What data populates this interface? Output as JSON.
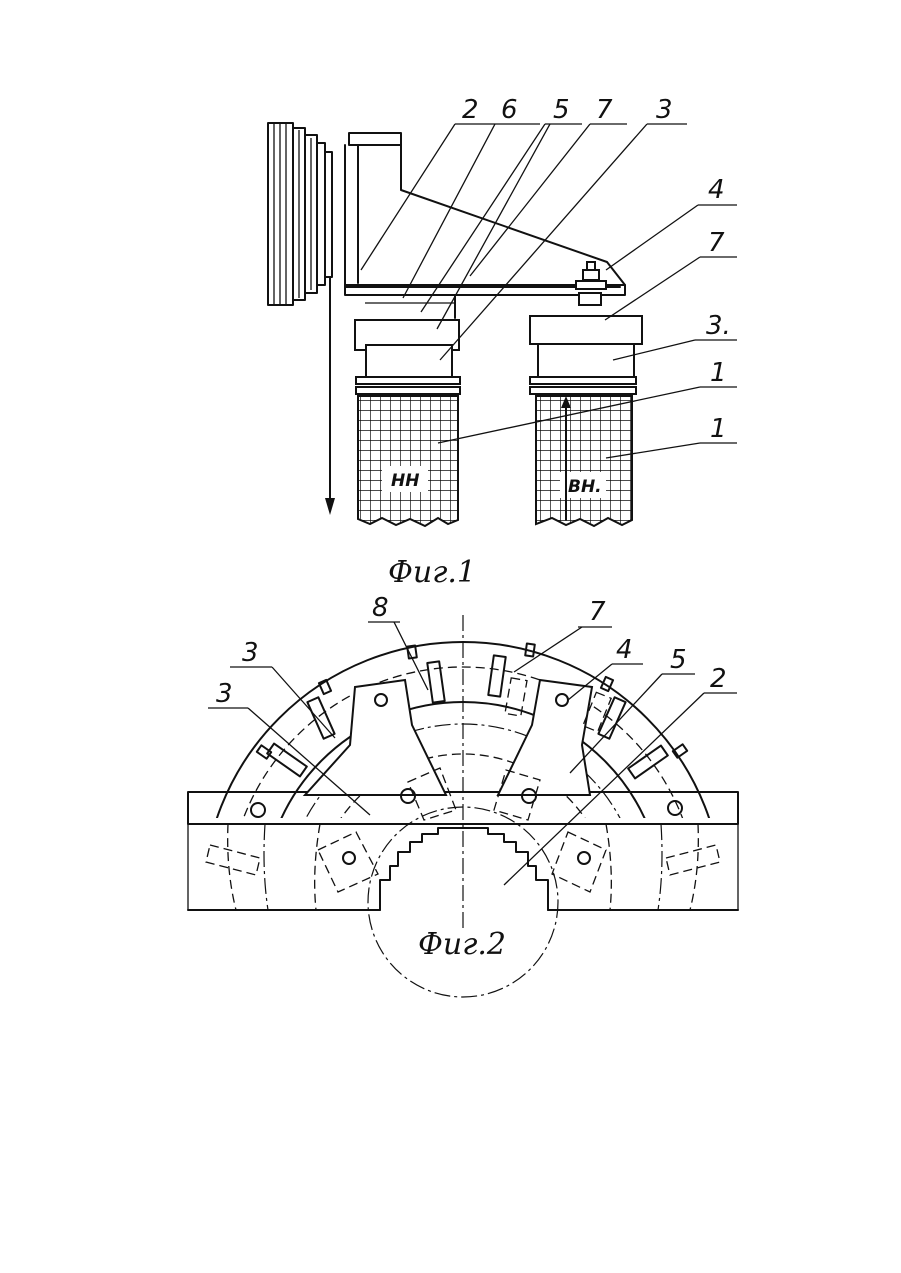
{
  "figure1": {
    "caption": "Фиг.1",
    "labels": {
      "l2": "2",
      "l6": "6",
      "l5": "5",
      "l7a": "7",
      "l3a": "3",
      "l4": "4",
      "l7b": "7",
      "l3b": "3.",
      "l1a": "1",
      "l1b": "1"
    },
    "coil_left": "НН",
    "coil_right": "ВН."
  },
  "figure2": {
    "caption": "Фиг.2",
    "labels": {
      "l8": "8",
      "l7": "7",
      "l4": "4",
      "l5": "5",
      "l2": "2",
      "l3a": "3",
      "l3b": "3"
    }
  }
}
